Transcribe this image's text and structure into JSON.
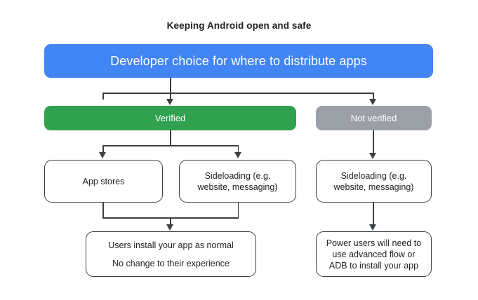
{
  "diagram": {
    "title": "Keeping Android open and safe",
    "type": "flowchart",
    "colors": {
      "root": "#4285F4",
      "verified": "#30A14E",
      "not_verified": "#9AA0A6",
      "outline": "#3C4043",
      "text_dark": "#202124",
      "text_light": "#FFFFFF",
      "background": "#FFFFFF"
    },
    "nodes": {
      "root": {
        "label": "Developer choice for where to distribute apps"
      },
      "verified": {
        "label": "Verified"
      },
      "not_verified": {
        "label": "Not verified"
      },
      "app_stores": {
        "label": "App stores"
      },
      "sideload_verified": {
        "line1": "Sideloading (e.g.",
        "line2": "website, messaging)"
      },
      "sideload_unverified": {
        "line1": "Sideloading (e.g.",
        "line2": "website, messaging)"
      },
      "users_normal": {
        "line1": "Users install your app as normal",
        "line2": "No change to their experience"
      },
      "power_users": {
        "line1": "Power users will need to",
        "line2": "use advanced flow or",
        "line3": "ADB to install your app"
      }
    }
  }
}
